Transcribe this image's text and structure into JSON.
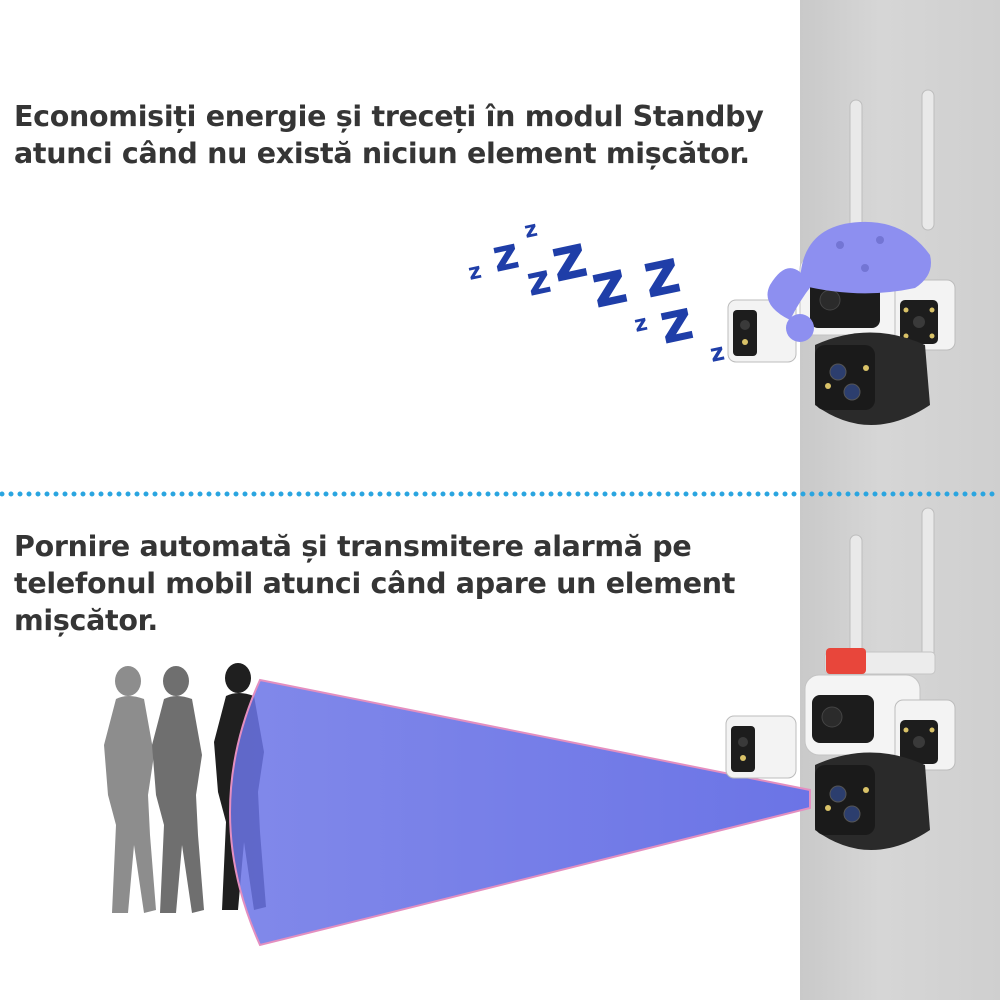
{
  "section_top": {
    "text": "Economisiți energie și treceți în modul Standby atunci când nu există niciun element mișcător.",
    "sleep_glyph": "z"
  },
  "section_bottom": {
    "text": "Pornire automată și transmitere alarmă pe telefonul mobil atunci când apare un element mișcător."
  },
  "colors": {
    "text": "#353535",
    "divider": "#2aa5e0",
    "zz": "#1f3ea8",
    "hat": "#8d8ff0",
    "beam": "#6b74e6",
    "alarm_light": "#e8463b"
  },
  "icons": [
    "security-camera-icon",
    "sleep-cap-icon",
    "sleep-z-icon",
    "person-silhouette-icon",
    "motion-detection-beam"
  ]
}
